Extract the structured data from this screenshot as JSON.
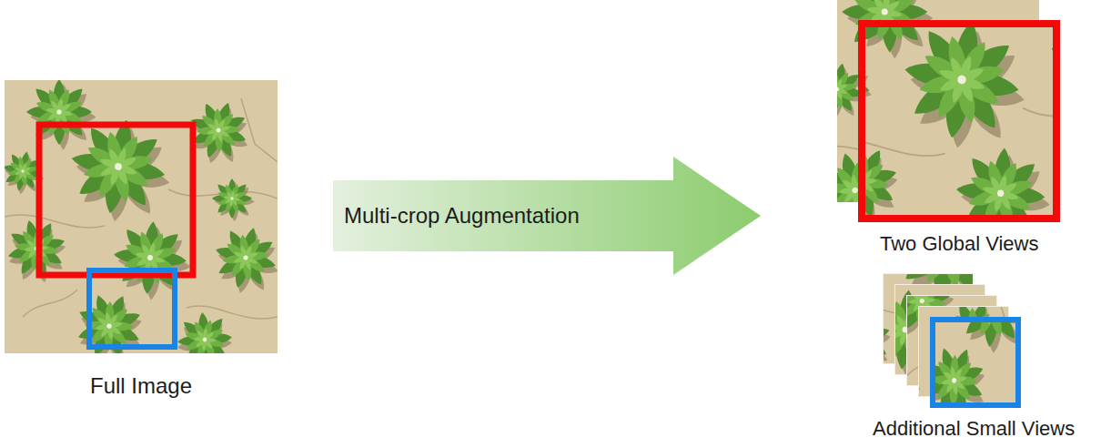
{
  "diagram": {
    "nodes": [
      {
        "text": [
          "Full Image"
        ]
      },
      {
        "text": [
          "Multi-crop Augmentation"
        ]
      },
      {
        "text": [
          "Two Global Views"
        ]
      },
      {
        "text": [
          "Additional Small Views"
        ]
      }
    ]
  }
}
